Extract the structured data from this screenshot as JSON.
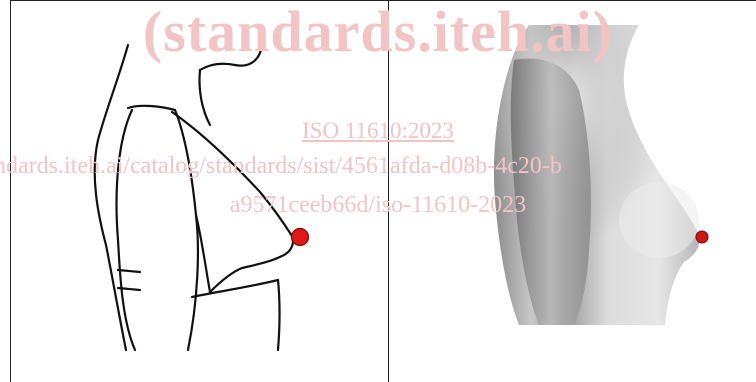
{
  "watermark": {
    "main": "(standards.iteh.ai)",
    "standard": "ISO 11610:2023",
    "url": "ndards.iteh.ai/catalog/standards/sist/4561afda-d08b-4c20-b",
    "hash": "a9571ceeb66d/iso-11610-2023"
  },
  "figure": {
    "left_panel": "line-drawing-breast-profile",
    "right_panel": "scan-render-breast-profile",
    "marker_color": "#e01818"
  }
}
